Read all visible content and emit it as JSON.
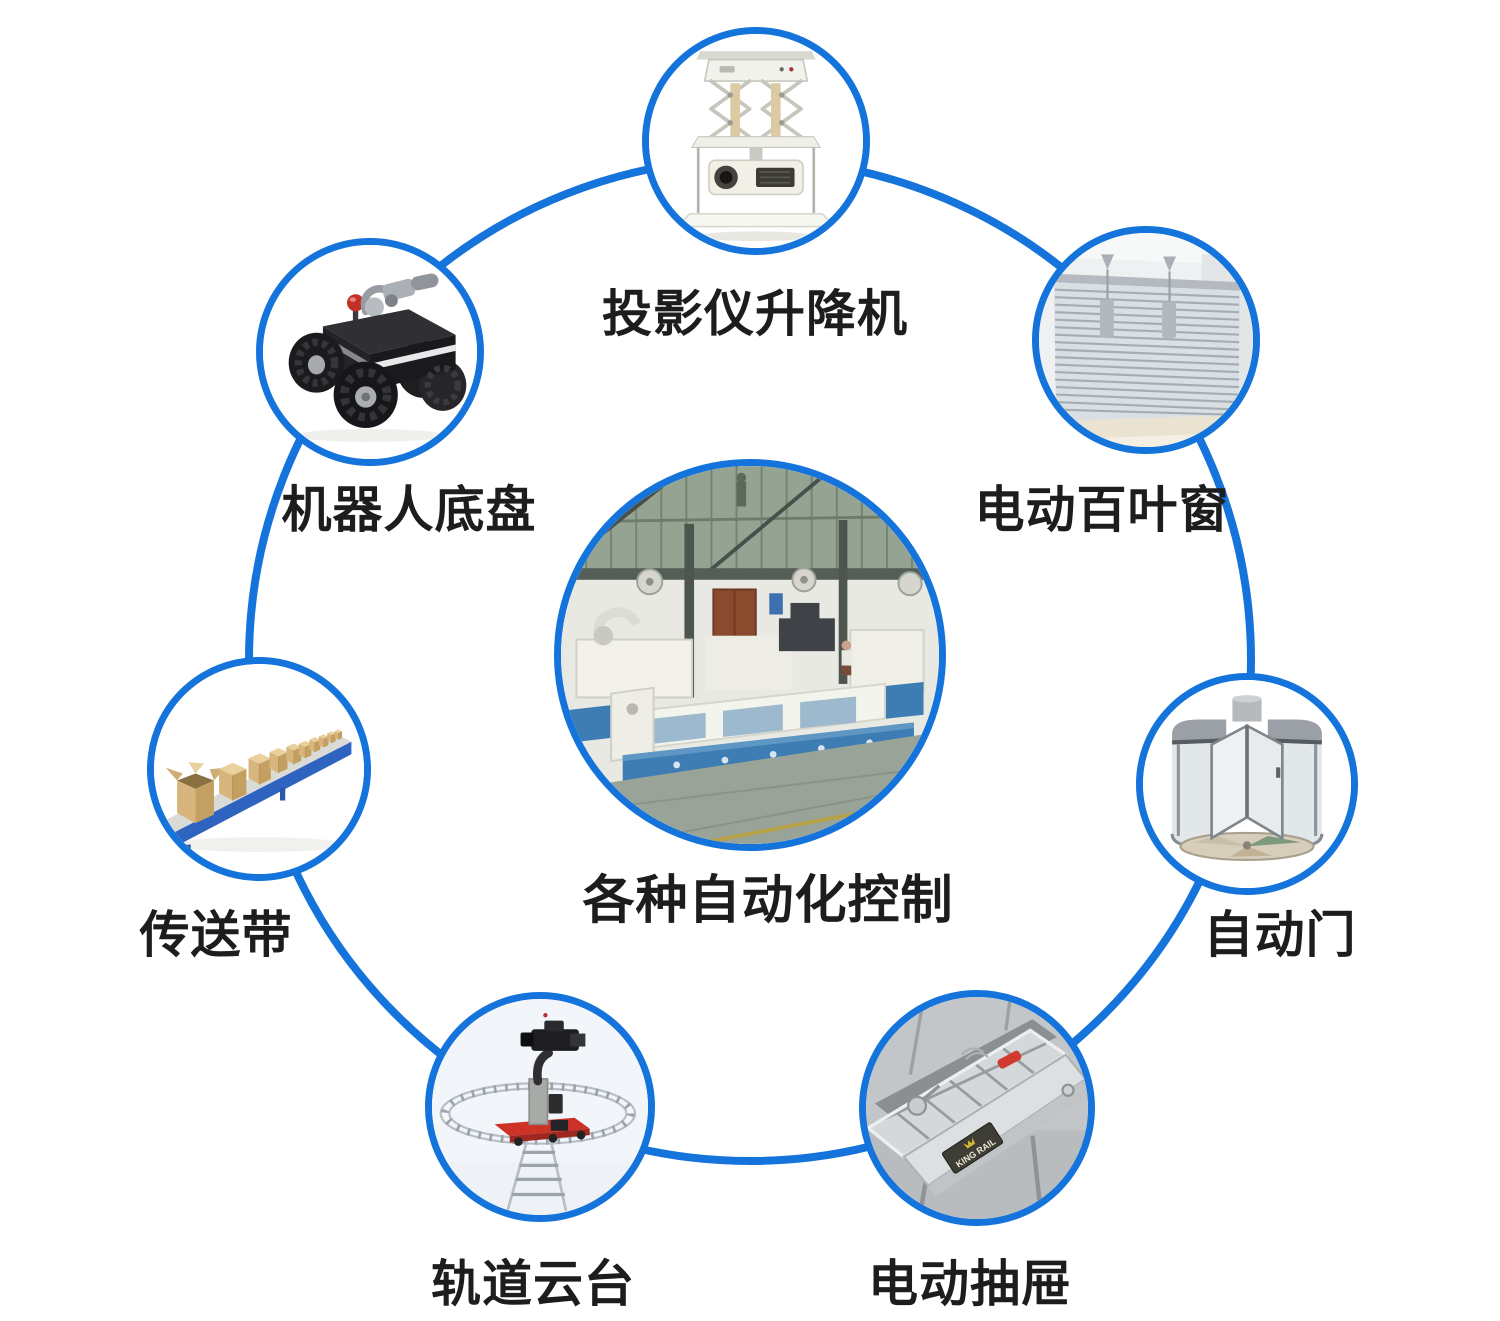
{
  "colors": {
    "ring_blue": "#1474db",
    "label_text": "#1d1d1d",
    "background": "#ffffff"
  },
  "center": {
    "id": "factory-automation",
    "label": "各种自动化控制",
    "image": "factory-cnc-machines-photo"
  },
  "nodes": [
    {
      "id": "projector-lift",
      "label": "投影仪升降机",
      "image": "ceiling-projector-scissor-lift-photo"
    },
    {
      "id": "robot-chassis",
      "label": "机器人底盘",
      "image": "four-wheel-robot-chassis-photo"
    },
    {
      "id": "electric-blinds",
      "label": "电动百叶窗",
      "image": "venetian-blinds-window-photo"
    },
    {
      "id": "conveyor-belt",
      "label": "传送带",
      "image": "roller-conveyor-with-boxes-photo"
    },
    {
      "id": "automatic-door",
      "label": "自动门",
      "image": "revolving-glass-door-photo"
    },
    {
      "id": "track-gimbal",
      "label": "轨道云台",
      "image": "camera-dolly-on-rail-track-photo"
    },
    {
      "id": "electric-drawer",
      "label": "电动抽屉",
      "image": "motorized-drawer-photo",
      "brand": "KING RAIL"
    }
  ]
}
